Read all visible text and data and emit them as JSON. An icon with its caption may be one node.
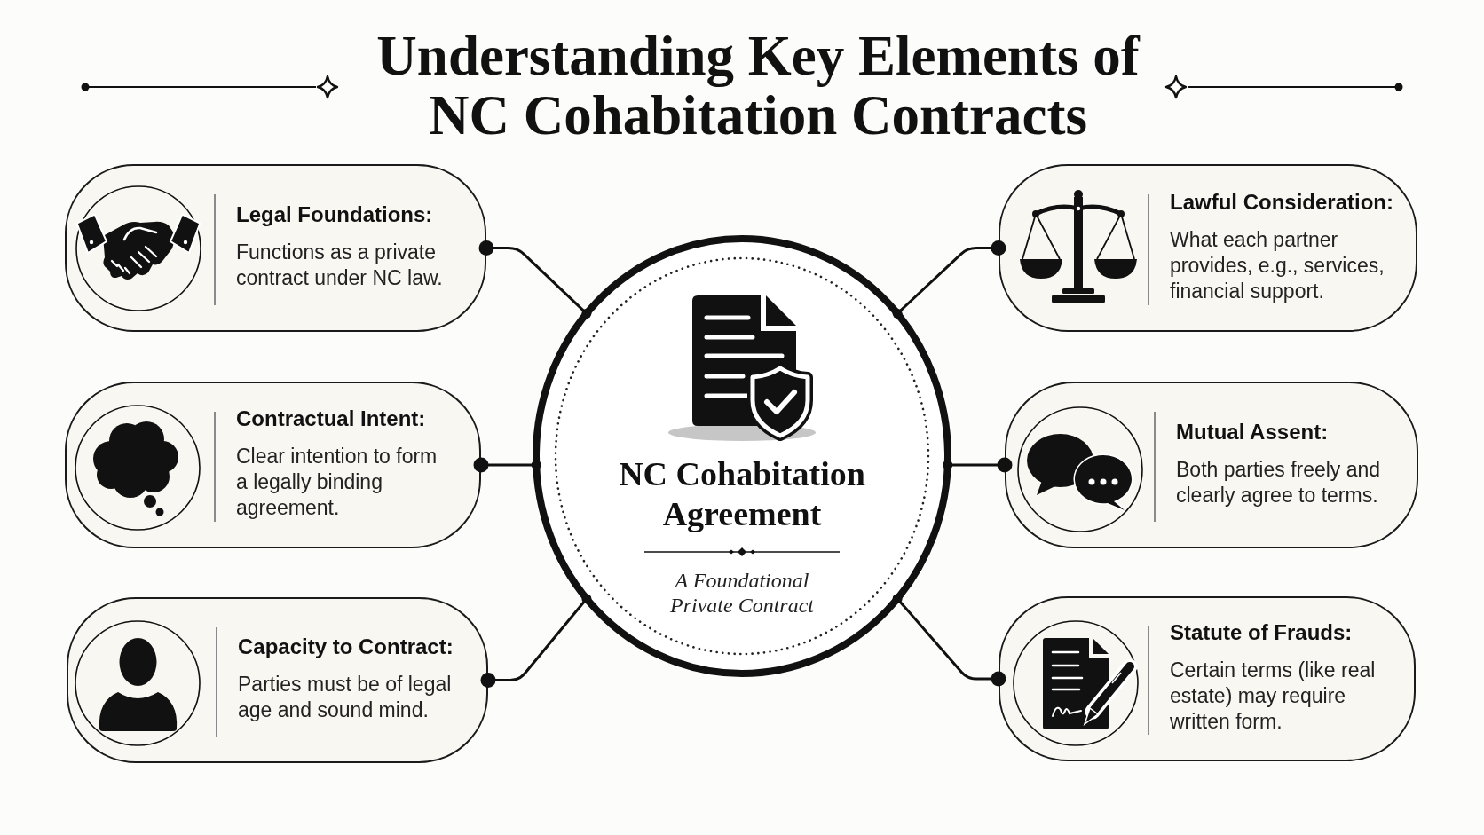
{
  "diagram": {
    "title": "Understanding Key Elements of NC Cohabitation Contracts",
    "nodes": [
      {
        "text": [
          "NC Cohabitation Agreement",
          "A Foundational Private Contract"
        ]
      },
      {
        "text": [
          "Legal Foundations:",
          "Functions as a private contract under NC law."
        ]
      },
      {
        "text": [
          "Contractual Intent:",
          "Clear intention to form a legally binding agreement."
        ]
      },
      {
        "text": [
          "Capacity to Contract:",
          "Parties must be of legal age and sound mind."
        ]
      },
      {
        "text": [
          "Lawful Consideration:",
          "What each partner provides, e.g., services, financial support."
        ]
      },
      {
        "text": [
          "Mutual Assent:",
          "Both parties freely and clearly agree to terms."
        ]
      },
      {
        "text": [
          "Statute of Frauds:",
          "Certain terms (like real estate) may require written form."
        ]
      }
    ],
    "edges": [
      {
        "from": 0,
        "to": 1,
        "arrow": "other"
      },
      {
        "from": 0,
        "to": 2,
        "arrow": "other"
      },
      {
        "from": 0,
        "to": 3,
        "arrow": "other"
      },
      {
        "from": 0,
        "to": 4,
        "arrow": "other"
      },
      {
        "from": 0,
        "to": 5,
        "arrow": "other"
      },
      {
        "from": 0,
        "to": 6,
        "arrow": "other"
      }
    ]
  }
}
